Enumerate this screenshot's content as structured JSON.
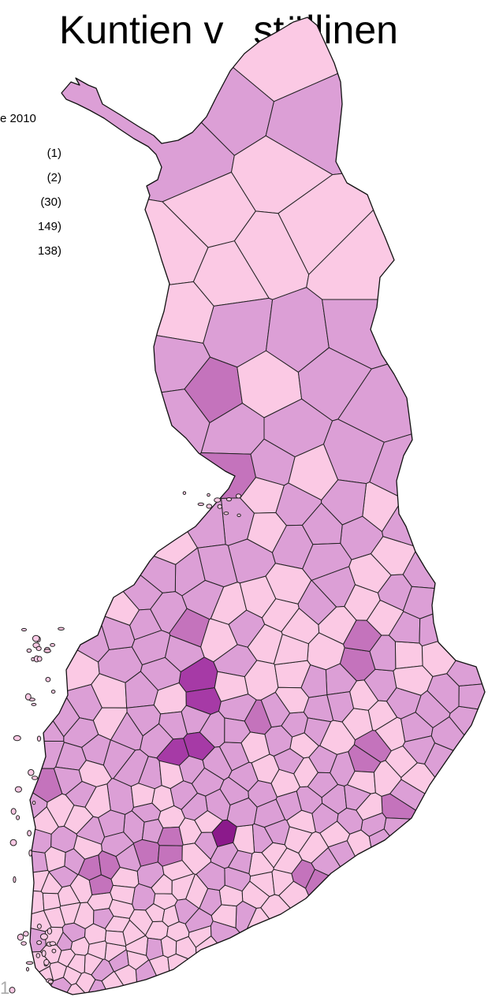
{
  "title_parts": [
    "Kuntien v",
    "stöllinen"
  ],
  "legend": {
    "title": "e 2010",
    "classes": [
      {
        "count": "(1)",
        "color": "#8b1a8b"
      },
      {
        "count": "(2)",
        "color": "#a63aa6"
      },
      {
        "count": "(30)",
        "color": "#c473bc"
      },
      {
        "count": "149)",
        "color": "#dc9fd6"
      },
      {
        "count": "138)",
        "color": "#fbc9e4"
      }
    ]
  },
  "page_number": "1",
  "colors": {
    "c1": "#8b1a8b",
    "c2": "#a63aa6",
    "c3": "#c473bc",
    "c4": "#dc9fd6",
    "c5": "#fbc9e4"
  }
}
